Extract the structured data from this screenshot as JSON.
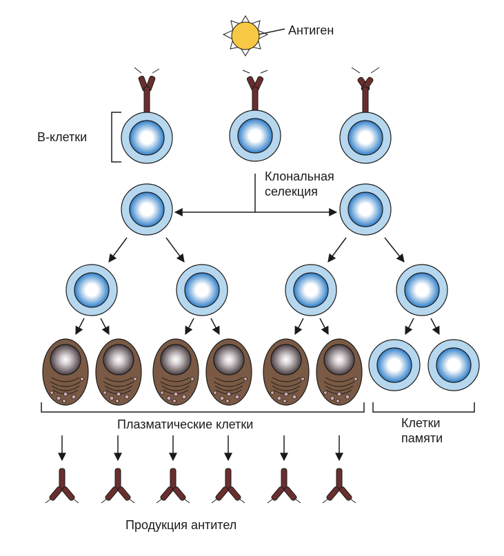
{
  "labels": {
    "antigen": "Антиген",
    "b_cells": "B-клетки",
    "clonal_selection_line1": "Клональная",
    "clonal_selection_line2": "селекция",
    "plasma_cells": "Плазматические клетки",
    "memory_cells_line1": "Клетки",
    "memory_cells_line2": "памяти",
    "antibody_production": "Продукция антител"
  },
  "colors": {
    "b_cell_outer": "#b6d7ee",
    "b_cell_inner": "#2f7ec8",
    "b_cell_core": "#ffffff",
    "plasma_body": "#7a5a44",
    "plasma_nucleus": "#4a3f42",
    "antibody": "#6b2e2e",
    "antigen": "#f7c843",
    "outline": "#1a1a1a"
  }
}
